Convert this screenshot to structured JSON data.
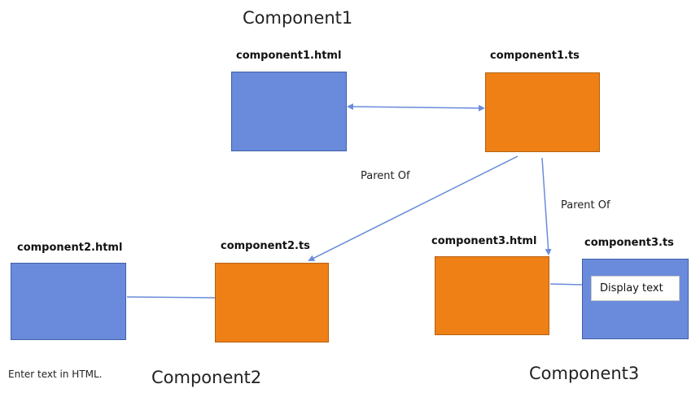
{
  "titles": {
    "component1": "Component1",
    "component2": "Component2",
    "component3": "Component3"
  },
  "labels": {
    "c1_html": "component1.html",
    "c1_ts": "component1.ts",
    "c2_html": "component2.html",
    "c2_ts": "component2.ts",
    "c3_html": "component3.html",
    "c3_ts": "component3.ts"
  },
  "relations": {
    "parent_of_left": "Parent Of",
    "parent_of_right": "Parent Of"
  },
  "notes": {
    "enter_text": "Enter text in HTML.",
    "display_text": "Display text"
  },
  "colors": {
    "html_box": "#6a8bdb",
    "ts_box": "#ee8016",
    "connector": "#6a8bdb"
  }
}
